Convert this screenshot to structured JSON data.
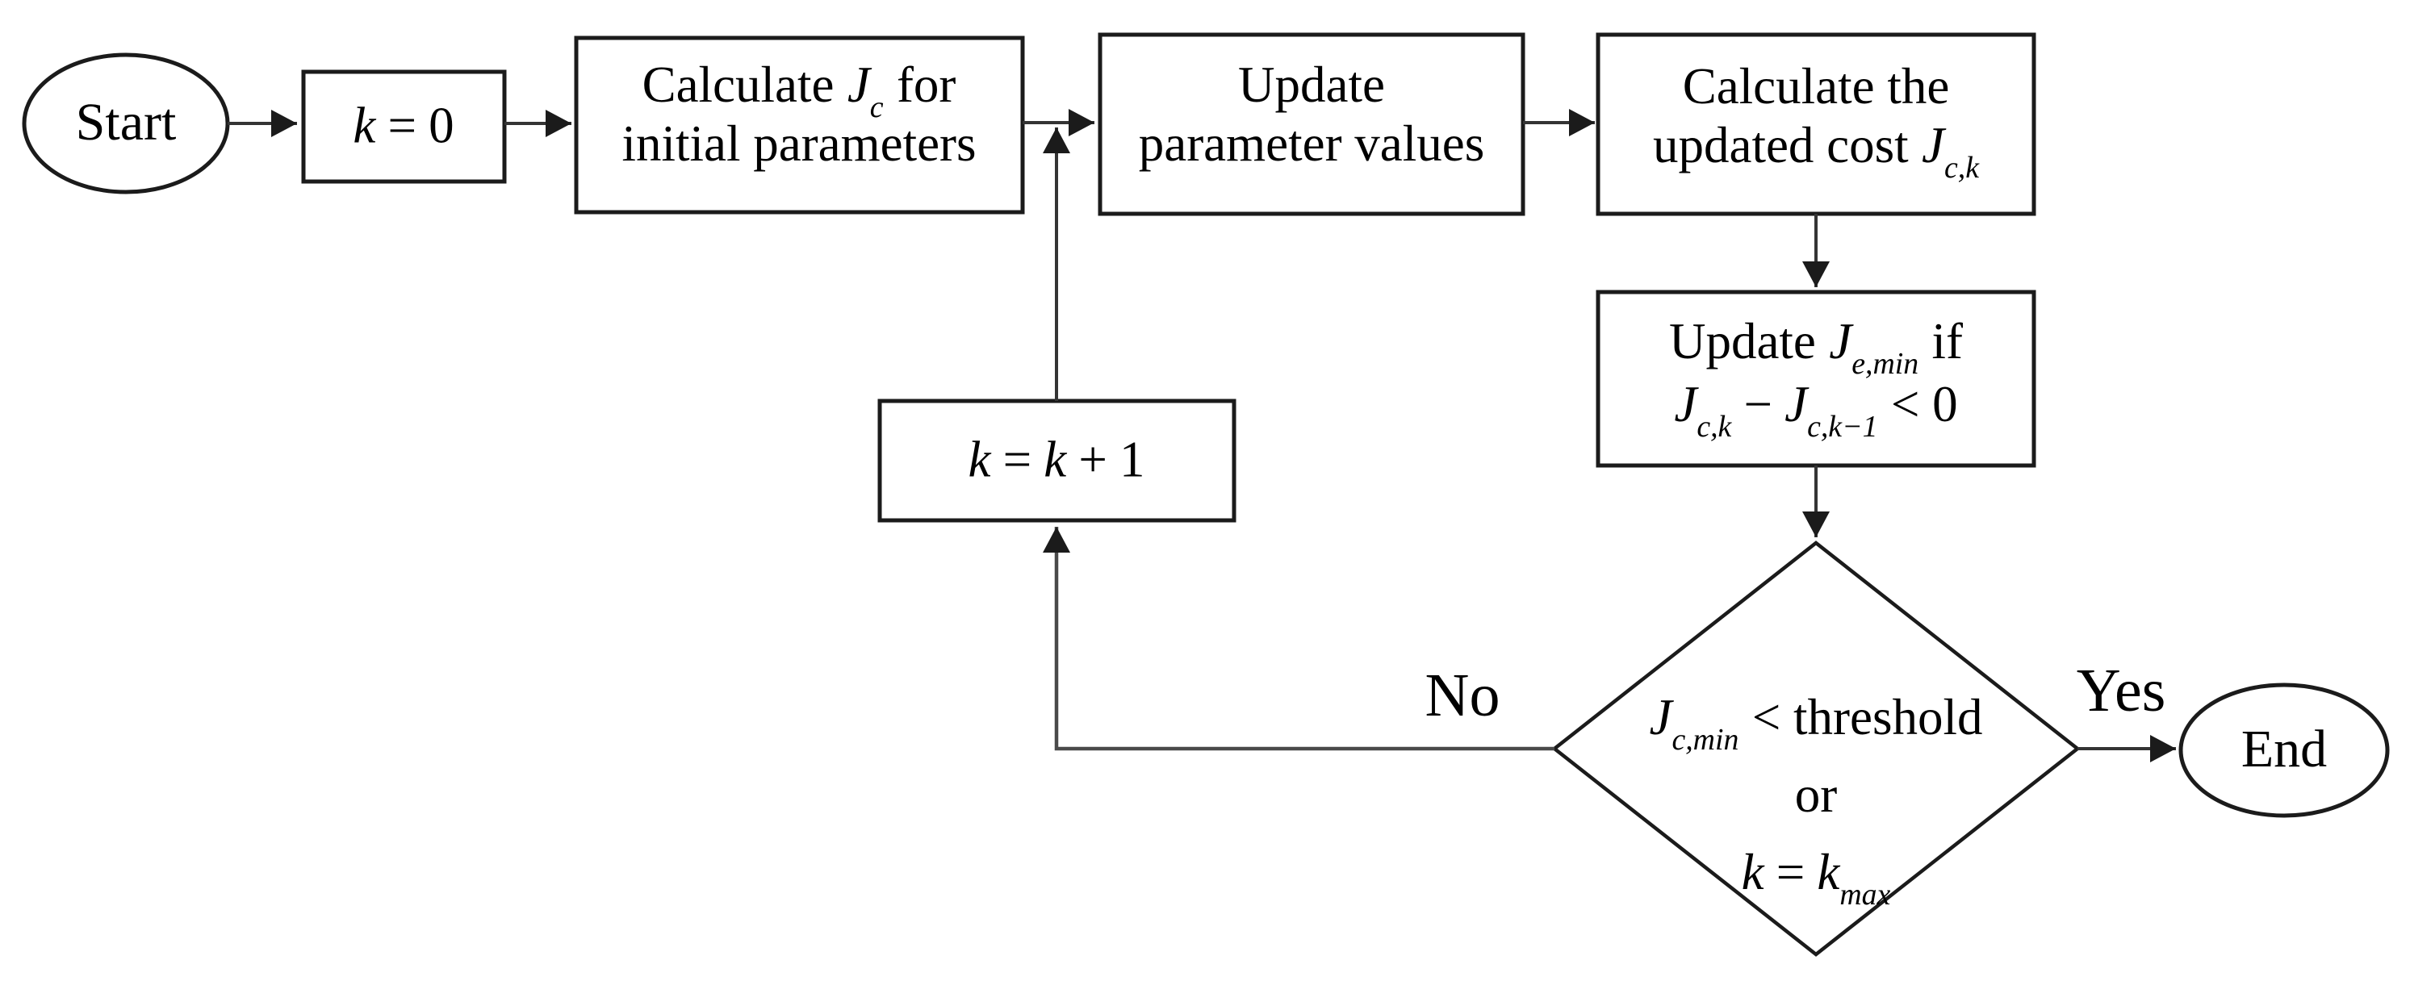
{
  "flowchart": {
    "colors": {
      "shape_stroke": "#1b1b1b",
      "connector_stroke": "#343434",
      "background": "#ffffff",
      "text": "#000000"
    },
    "start": {
      "label": "Start"
    },
    "init": {
      "var": "k",
      "op": "=",
      "value": "0"
    },
    "calc_initial": {
      "line1_a": "Calculate",
      "line1_J": "J",
      "line1_Jsub": "c",
      "line1_b": "for",
      "line2": "initial parameters"
    },
    "update_params": {
      "line1": "Update",
      "line2": "parameter values"
    },
    "calc_cost": {
      "line1": "Calculate the",
      "line2_a": "updated cost",
      "line2_J": "J",
      "line2_Jsub": "c,k"
    },
    "update_min": {
      "line1_a": "Update",
      "line1_J": "J",
      "line1_Jsub": "e,min",
      "line1_b": "if",
      "line2_J1": "J",
      "line2_J1sub": "c,k",
      "line2_op": "−",
      "line2_J2": "J",
      "line2_J2sub": "c,k−1",
      "line2_cmp": "< 0"
    },
    "increment": {
      "var1": "k",
      "op": "=",
      "var2": "k",
      "plus": "+",
      "one": "1"
    },
    "decision": {
      "line1_J": "J",
      "line1_Jsub": "c,min",
      "line1_rest": "< threshold",
      "line2": "or",
      "line3_var": "k",
      "line3_op": "=",
      "line3_k": "k",
      "line3_sub": "max"
    },
    "end": {
      "label": "End"
    },
    "labels": {
      "yes": "Yes",
      "no": "No"
    }
  }
}
